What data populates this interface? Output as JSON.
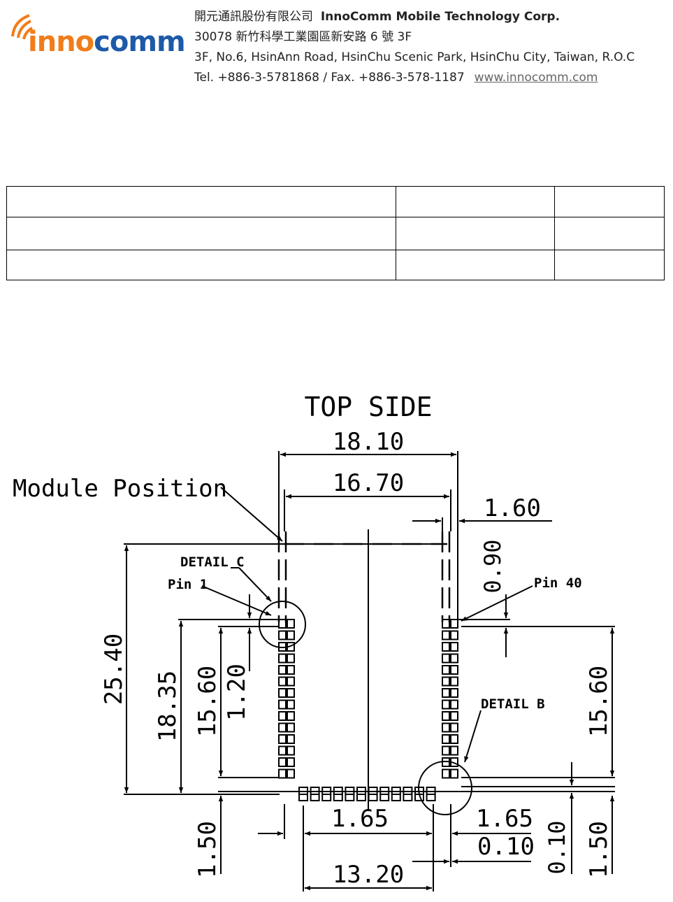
{
  "header": {
    "logo_text_a": "inno",
    "logo_text_b": "comm",
    "company_zh": "開元通訊股份有限公司",
    "company_en": "InnoComm Mobile Technology Corp.",
    "address_zh": "30078 新竹科學工業園區新安路 6 號 3F",
    "address_en": "3F, No.6, HsinAnn Road, HsinChu Scenic Park, HsinChu City, Taiwan, R.O.C",
    "tel_fax": "Tel. +886-3-5781868 / Fax. +886-3-578-1187",
    "website": "www.innocomm.com",
    "colors": {
      "logo_orange": "#f07d1a",
      "logo_blue": "#1d5aa8"
    }
  },
  "info_table": {
    "rows": [
      [
        "",
        "",
        ""
      ],
      [
        "",
        "",
        ""
      ],
      [
        "",
        "",
        ""
      ]
    ]
  },
  "drawing": {
    "title": "TOP SIDE",
    "module_position_label": "Module Position",
    "detail_c": "DETAIL C",
    "detail_b": "DETAIL B",
    "pin1": "Pin 1",
    "pin40": "Pin 40",
    "dims": {
      "d18_10": "18.10",
      "d16_70": "16.70",
      "d1_60": "1.60",
      "d0_90": "0.90",
      "d25_40": "25.40",
      "d18_35": "18.35",
      "d15_60_left": "15.60",
      "d1_20": "1.20",
      "d15_60_right": "15.60",
      "d1_65_left": "1.65",
      "d1_65_right": "1.65",
      "d0_10_h": "0.10",
      "d0_10_v": "0.10",
      "d13_20": "13.20",
      "d1_50_left": "1.50",
      "d1_50_right": "1.50"
    }
  }
}
